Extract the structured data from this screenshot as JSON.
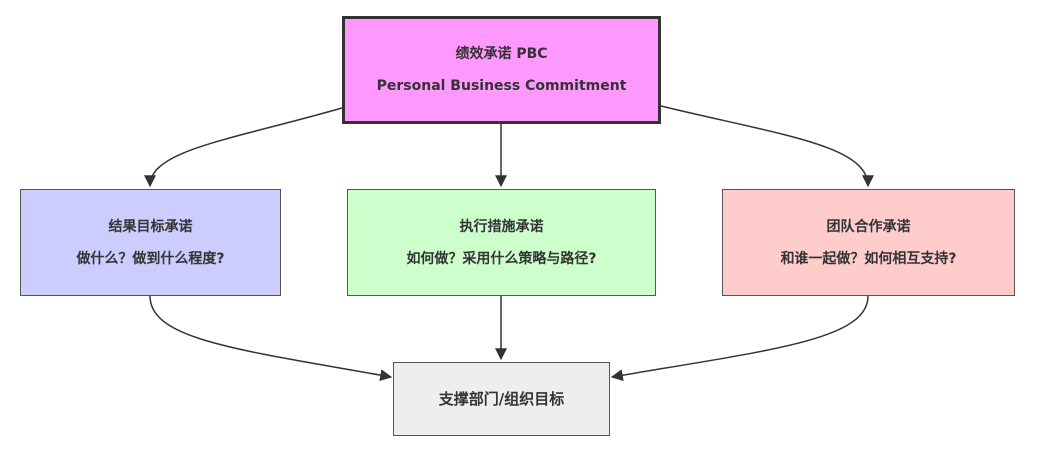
{
  "diagram": {
    "type": "flowchart",
    "nodes": {
      "top": {
        "title": "绩效承诺 PBC",
        "subtitle": "Personal Business Commitment",
        "fill": "#ff99ff"
      },
      "result": {
        "title": "结果目标承诺",
        "subtitle": "做什么？做到什么程度?",
        "fill": "#ccccff"
      },
      "exec": {
        "title": "执行措施承诺",
        "subtitle": "如何做？采用什么策略与路径?",
        "fill": "#ccffcc"
      },
      "team": {
        "title": "团队合作承诺",
        "subtitle": "和谁一起做？如何相互支持?",
        "fill": "#ffcccc"
      },
      "goal": {
        "title": "支撑部门/组织目标",
        "fill": "#eeeeee"
      }
    },
    "edges": [
      {
        "from": "top",
        "to": "result"
      },
      {
        "from": "top",
        "to": "exec"
      },
      {
        "from": "top",
        "to": "team"
      },
      {
        "from": "result",
        "to": "goal"
      },
      {
        "from": "exec",
        "to": "goal"
      },
      {
        "from": "team",
        "to": "goal"
      }
    ],
    "edge_color": "#333333"
  }
}
